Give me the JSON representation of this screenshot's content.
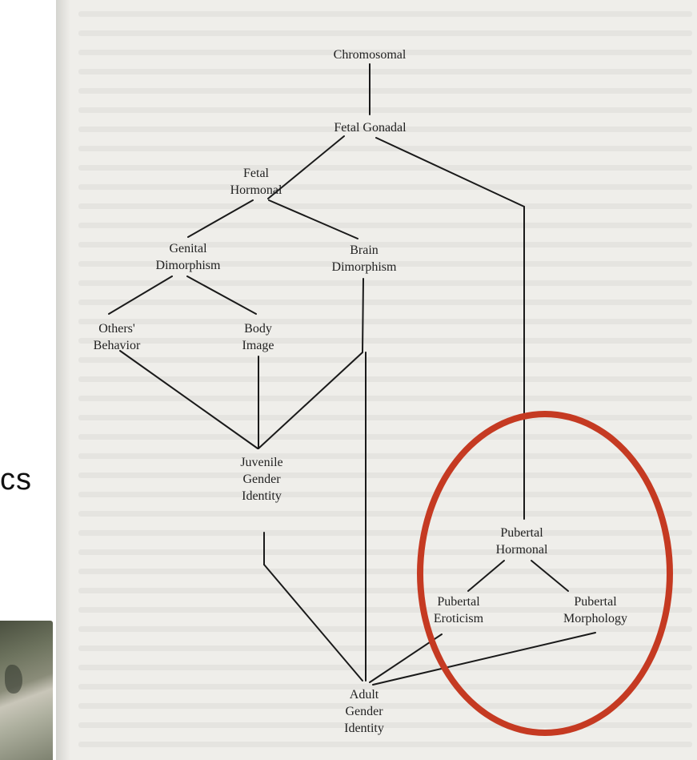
{
  "diagram": {
    "nodes": {
      "chromosomal": [
        "Chromosomal"
      ],
      "fetal_gonadal": [
        "Fetal Gonadal"
      ],
      "fetal_hormonal": [
        "Fetal",
        "Hormonal"
      ],
      "genital_dimorphism": [
        "Genital",
        "Dimorphism"
      ],
      "brain_dimorphism": [
        "Brain",
        "Dimorphism"
      ],
      "others_behavior": [
        "Others'",
        "Behavior"
      ],
      "body_image": [
        "Body",
        "Image"
      ],
      "juvenile_gender_identity": [
        "Juvenile",
        "Gender",
        "Identity"
      ],
      "pubertal_hormonal": [
        "Pubertal",
        "Hormonal"
      ],
      "pubertal_eroticism": [
        "Pubertal",
        "Eroticism"
      ],
      "pubertal_morphology": [
        "Pubertal",
        "Morphology"
      ],
      "adult_gender_identity": [
        "Adult",
        "Gender",
        "Identity"
      ]
    },
    "line_color": "#1a1a1a",
    "highlight_color": "#c53a22"
  },
  "side_text": "cs"
}
